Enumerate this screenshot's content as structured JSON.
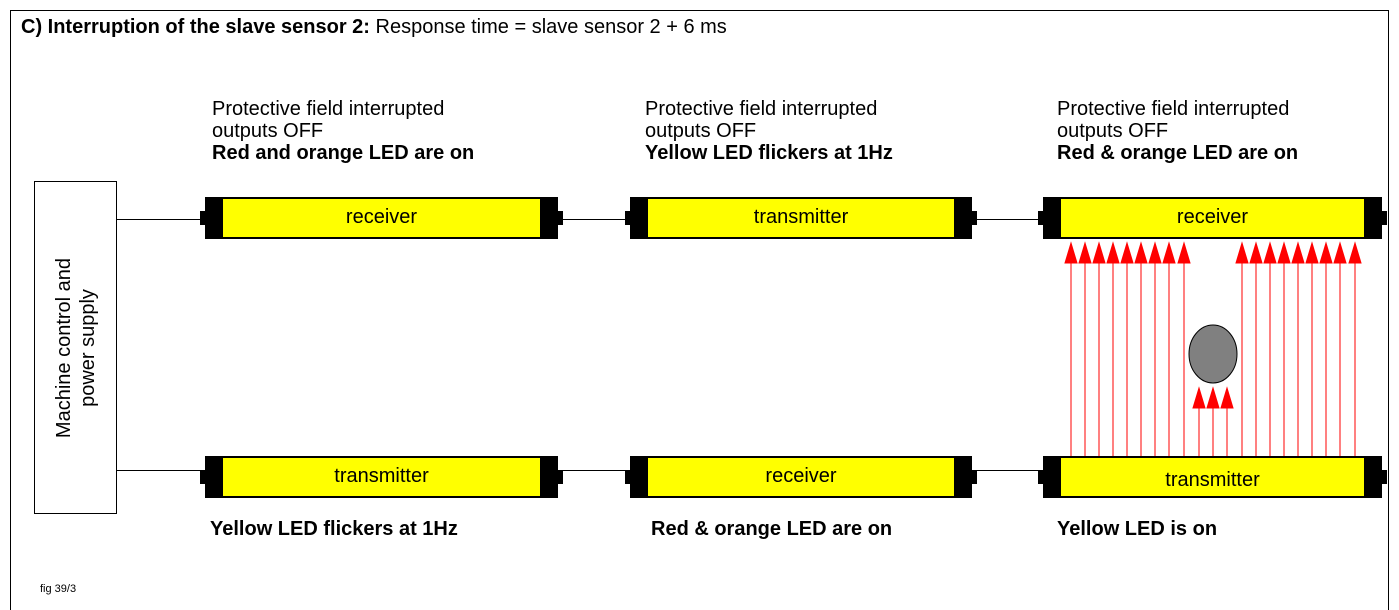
{
  "title": {
    "prefix": "C)  Interruption of the slave sensor 2:",
    "suffix": " Response time = slave sensor 2 + 6 ms"
  },
  "machine": {
    "label_line1": "Machine control and",
    "label_line2": "power supply"
  },
  "top": {
    "col1": {
      "line1": "Protective field interrupted",
      "line2": "outputs OFF",
      "line3": "Red and orange LED are on"
    },
    "col2": {
      "line1": "Protective field interrupted",
      "line2": "outputs OFF",
      "line3": "Yellow LED flickers at 1Hz"
    },
    "col3": {
      "line1": "Protective field interrupted",
      "line2": "outputs OFF",
      "line3": "Red & orange LED are on"
    }
  },
  "sensors": {
    "top1": "receiver",
    "top2": "transmitter",
    "top3": "receiver",
    "bottom1": "transmitter",
    "bottom2": "receiver",
    "bottom3": "transmitter"
  },
  "bottom": {
    "col1": "Yellow LED flickers at 1Hz",
    "col2": "Red & orange LED are on",
    "col3": "Yellow LED is on"
  },
  "colors": {
    "sensor_fill": "#ffff00",
    "beam": "#ff0000",
    "obstacle": "#808080"
  },
  "figure_label": "fig 39/3"
}
